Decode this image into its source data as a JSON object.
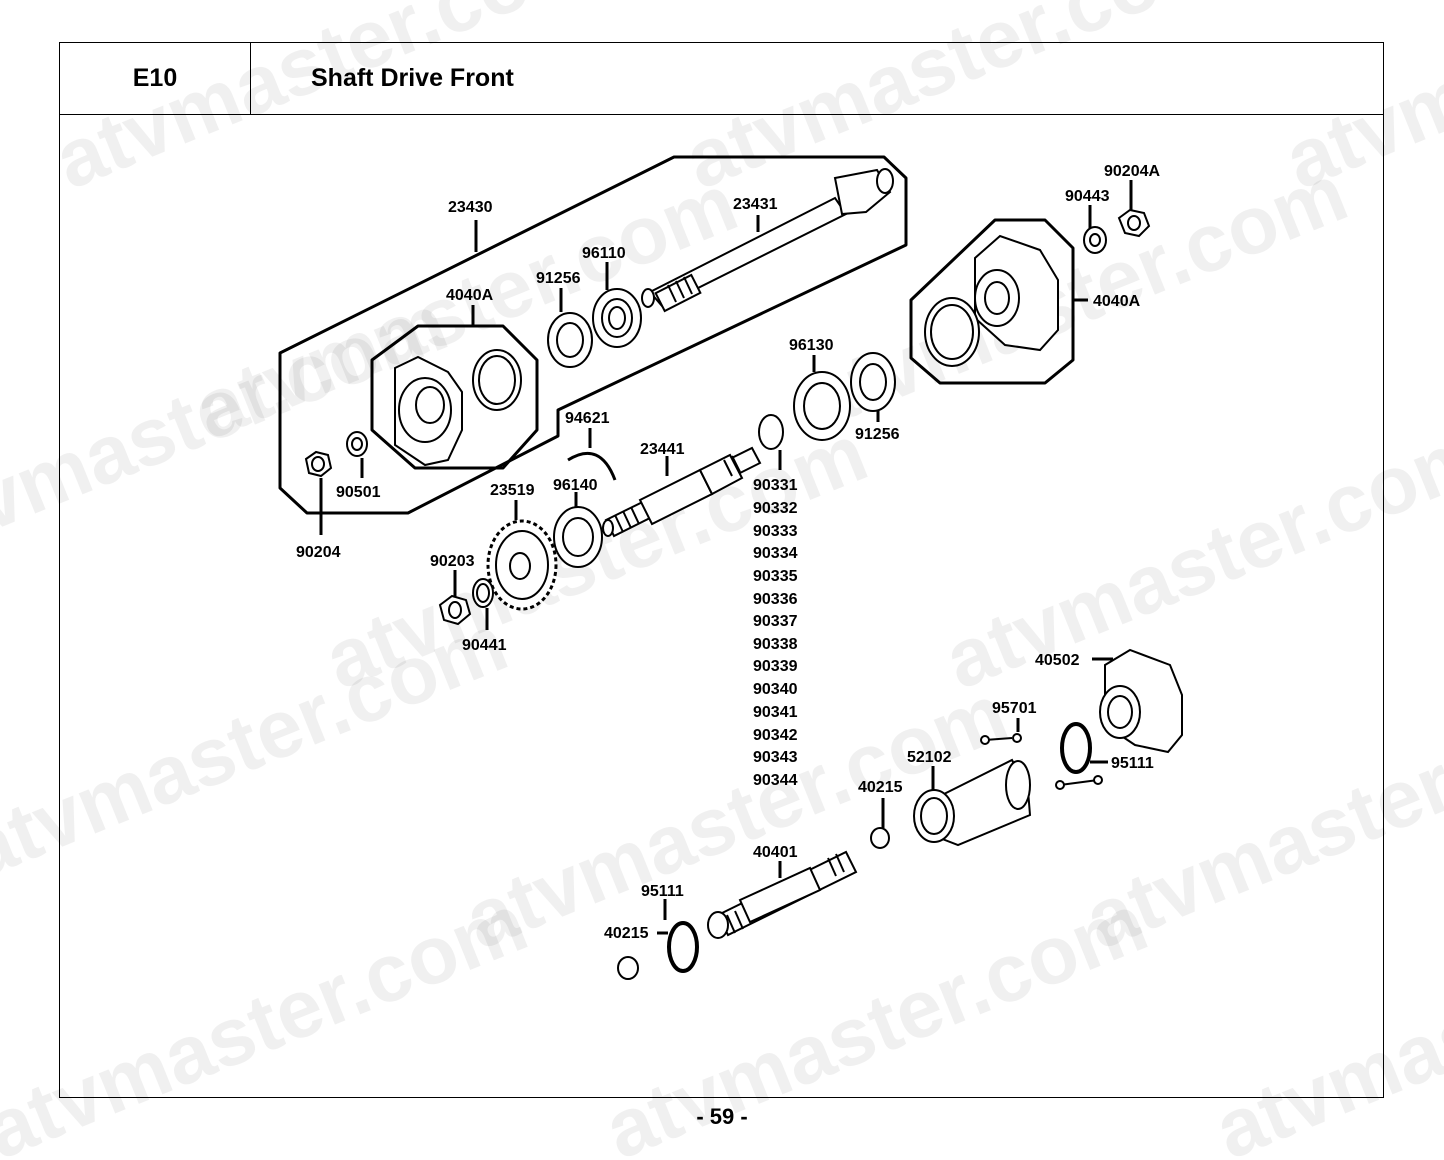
{
  "header": {
    "section_code": "E10",
    "title": "Shaft Drive Front"
  },
  "page_number": "- 59 -",
  "watermark": "atvmaster.com",
  "labels": {
    "l23430": "23430",
    "l23431": "23431",
    "l96110": "96110",
    "l91256a": "91256",
    "l4040Aa": "4040A",
    "l90204A": "90204A",
    "l90443": "90443",
    "l4040Ab": "4040A",
    "l96130": "96130",
    "l91256b": "91256",
    "l94621": "94621",
    "l23441": "23441",
    "l90501": "90501",
    "l90204": "90204",
    "l23519": "23519",
    "l96140": "96140",
    "l90203": "90203",
    "l90441": "90441",
    "l40502": "40502",
    "l95701": "95701",
    "l95111a": "95111",
    "l52102": "52102",
    "l40215a": "40215",
    "l40401": "40401",
    "l95111b": "95111",
    "l40215b": "40215"
  },
  "shim_labels": [
    "90331",
    "90332",
    "90333",
    "90334",
    "90335",
    "90336",
    "90337",
    "90338",
    "90339",
    "90340",
    "90341",
    "90342",
    "90343",
    "90344"
  ]
}
